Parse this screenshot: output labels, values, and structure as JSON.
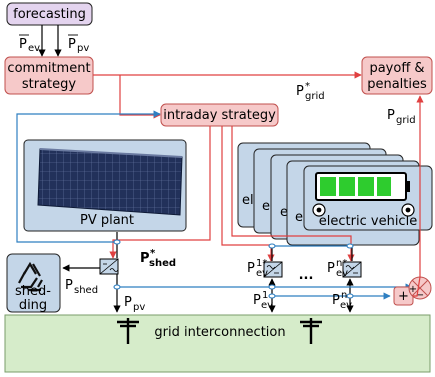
{
  "boxes": {
    "forecasting": "forecasting",
    "commitment_line1": "commitment",
    "commitment_line2": "strategy",
    "payoff_line1": "payoff &",
    "payoff_line2": "penalties",
    "intraday": "intraday strategy",
    "pv_plant": "PV plant",
    "shedding_line1": "shed-",
    "shedding_line2": "ding",
    "ev_front": "electric vehicle",
    "ev_back_fragment": "el",
    "grid": "grid interconnection"
  },
  "signals": {
    "p_ev_forecast": {
      "main": "P",
      "sub": "ev"
    },
    "p_pv_forecast": {
      "main": "P",
      "sub": "pv"
    },
    "p_grid_star": {
      "main": "P",
      "sup": "*",
      "sub": "grid"
    },
    "p_grid": {
      "main": "P",
      "sub": "grid"
    },
    "p_shed_star": {
      "main": "P",
      "sup": "*",
      "sub": "shed"
    },
    "p_shed": {
      "main": "P",
      "sub": "shed"
    },
    "p_pv": {
      "main": "P",
      "sub": "pv"
    },
    "p_ev1_star": {
      "main": "P",
      "sup": "1*",
      "sub": "ev"
    },
    "p_evn_star": {
      "main": "P",
      "sup": "n*",
      "sub": "ev"
    },
    "p_ev1": {
      "main": "P",
      "sup": "1",
      "sub": "ev"
    },
    "p_evn": {
      "main": "P",
      "sup": "n",
      "sub": "ev"
    },
    "ellipsis": "..."
  },
  "operators": {
    "plus": "+",
    "minus": "−"
  },
  "colors": {
    "forecast_fill": "#e4d4ef",
    "strategy_fill": "#f6c9c9",
    "strategy_stroke": "#c0504d",
    "device_fill": "#c4d6e8",
    "grid_fill": "#d6ecca",
    "red_line": "#e04040",
    "blue_line": "#2f7fc1",
    "battery_green": "#2ecc2e",
    "panel_dark": "#233258"
  }
}
